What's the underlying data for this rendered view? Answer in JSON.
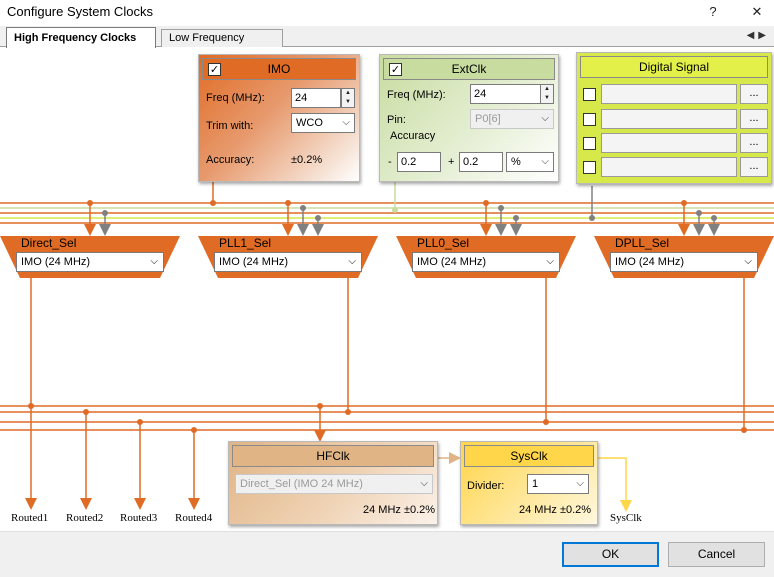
{
  "window": {
    "title": "Configure System Clocks",
    "help": "?",
    "close": "✕"
  },
  "tabs": [
    {
      "label": "High Frequency Clocks",
      "active": true
    },
    {
      "label": "Low Frequency Clocks",
      "active": false
    }
  ],
  "tab_scroll": {
    "left": "◀",
    "right": "▶"
  },
  "imo": {
    "header": "IMO",
    "enabled": true,
    "freq_label": "Freq (MHz):",
    "freq_value": "24",
    "trim_label": "Trim with:",
    "trim_value": "WCO",
    "accuracy_label": "Accuracy:",
    "accuracy_value": "±0.2%",
    "color": "#e06b25"
  },
  "extclk": {
    "header": "ExtClk",
    "enabled": true,
    "freq_label": "Freq (MHz):",
    "freq_value": "24",
    "pin_label": "Pin:",
    "pin_value": "P0[6]",
    "accuracy_label": "Accuracy",
    "minus": "-",
    "minus_value": "0.2",
    "plus": "+",
    "plus_value": "0.2",
    "unit_value": "%",
    "color": "#c8dca0"
  },
  "digital_signal": {
    "header": "Digital Signal",
    "browse_label": "...",
    "rows": [
      {
        "checked": false
      },
      {
        "checked": false
      },
      {
        "checked": false
      },
      {
        "checked": false
      }
    ],
    "color": "#d6e84a"
  },
  "muxes": [
    {
      "name": "Direct_Sel",
      "value": "IMO (24 MHz)"
    },
    {
      "name": "PLL1_Sel",
      "value": "IMO (24 MHz)"
    },
    {
      "name": "PLL0_Sel",
      "value": "IMO (24 MHz)"
    },
    {
      "name": "DPLL_Sel",
      "value": "IMO (24 MHz)"
    }
  ],
  "hfclk": {
    "header": "HFClk",
    "select_value": "Direct_Sel (IMO 24 MHz)",
    "freq": "24 MHz ±0.2%"
  },
  "sysclk": {
    "header": "SysClk",
    "divider_label": "Divider:",
    "divider_value": "1",
    "freq": "24 MHz ±0.2%",
    "output_label": "SysClk"
  },
  "routed": [
    "Routed1",
    "Routed2",
    "Routed3",
    "Routed4"
  ],
  "buttons": {
    "ok": "OK",
    "cancel": "Cancel"
  },
  "colors": {
    "orange": "#e06b25",
    "green_line": "#c8dca0",
    "yellow_line": "#d6e84a",
    "gray_line": "#808080",
    "hfclk_tan": "#e0b485",
    "sysclk_yellow": "#ffd54a"
  }
}
